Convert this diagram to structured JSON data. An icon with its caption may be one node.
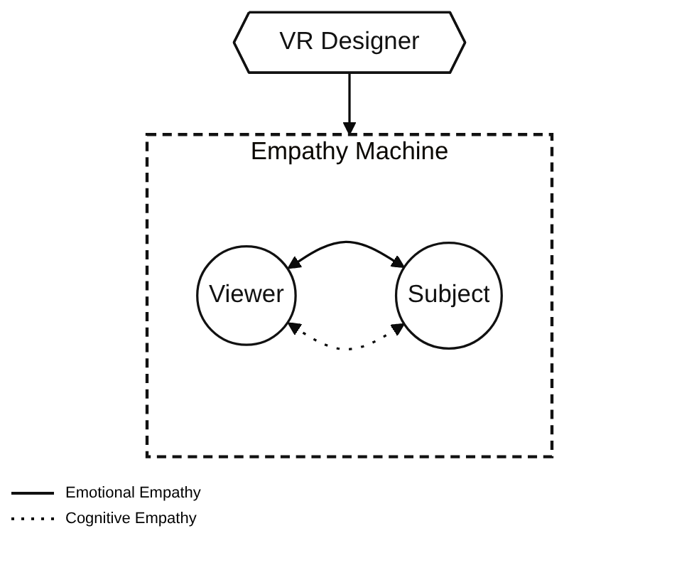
{
  "diagram": {
    "nodes": [
      {
        "text": [
          "Empathy Machine"
        ]
      },
      {
        "text": [
          "Viewer"
        ],
        "in": 0
      },
      {
        "text": [
          "Subject"
        ],
        "in": 0
      },
      {
        "text": [
          "VR Designer"
        ]
      }
    ],
    "edges": [
      {
        "from": 1,
        "to": 2,
        "arrow": "both"
      },
      {
        "from": 1,
        "to": 2,
        "arrow": "both",
        "style": "dashed"
      },
      {
        "from": 3,
        "to": 0,
        "arrow": "to"
      }
    ],
    "legend": [
      {
        "text": "Emotional Empathy"
      },
      {
        "text": "Cognitive Empathy"
      }
    ]
  }
}
